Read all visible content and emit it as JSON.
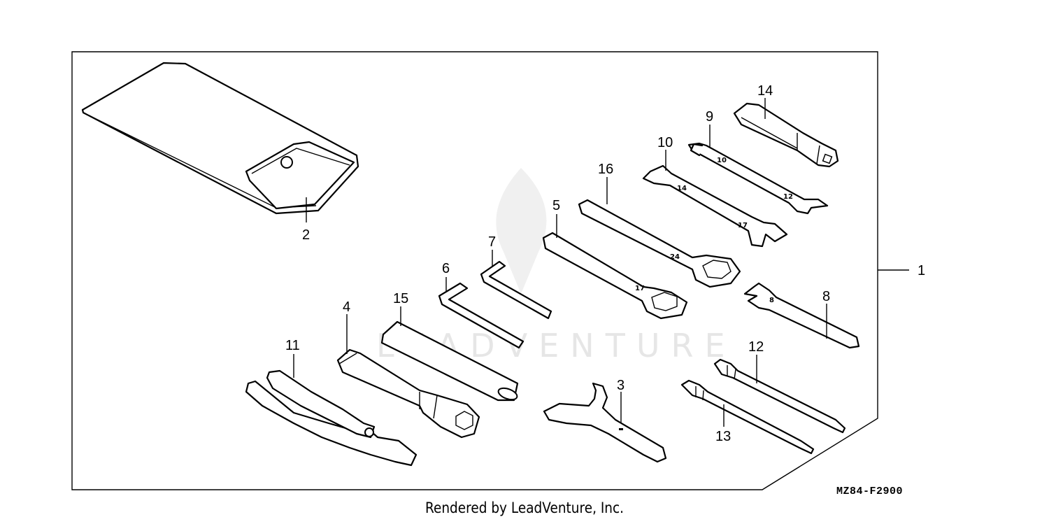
{
  "diagram": {
    "code": "MZ84-F2900",
    "footer": "Rendered by LeadVenture, Inc.",
    "watermark": "LEADVENTURE",
    "callouts": [
      "1",
      "2",
      "3",
      "4",
      "5",
      "6",
      "7",
      "8",
      "9",
      "10",
      "11",
      "12",
      "13",
      "14",
      "15",
      "16"
    ],
    "wrench_stamps": {
      "w9_small": "10",
      "w9_large": "12",
      "w10_small": "14",
      "w10_large": "17",
      "w16": "24",
      "w5": "17",
      "w8": "8"
    }
  }
}
